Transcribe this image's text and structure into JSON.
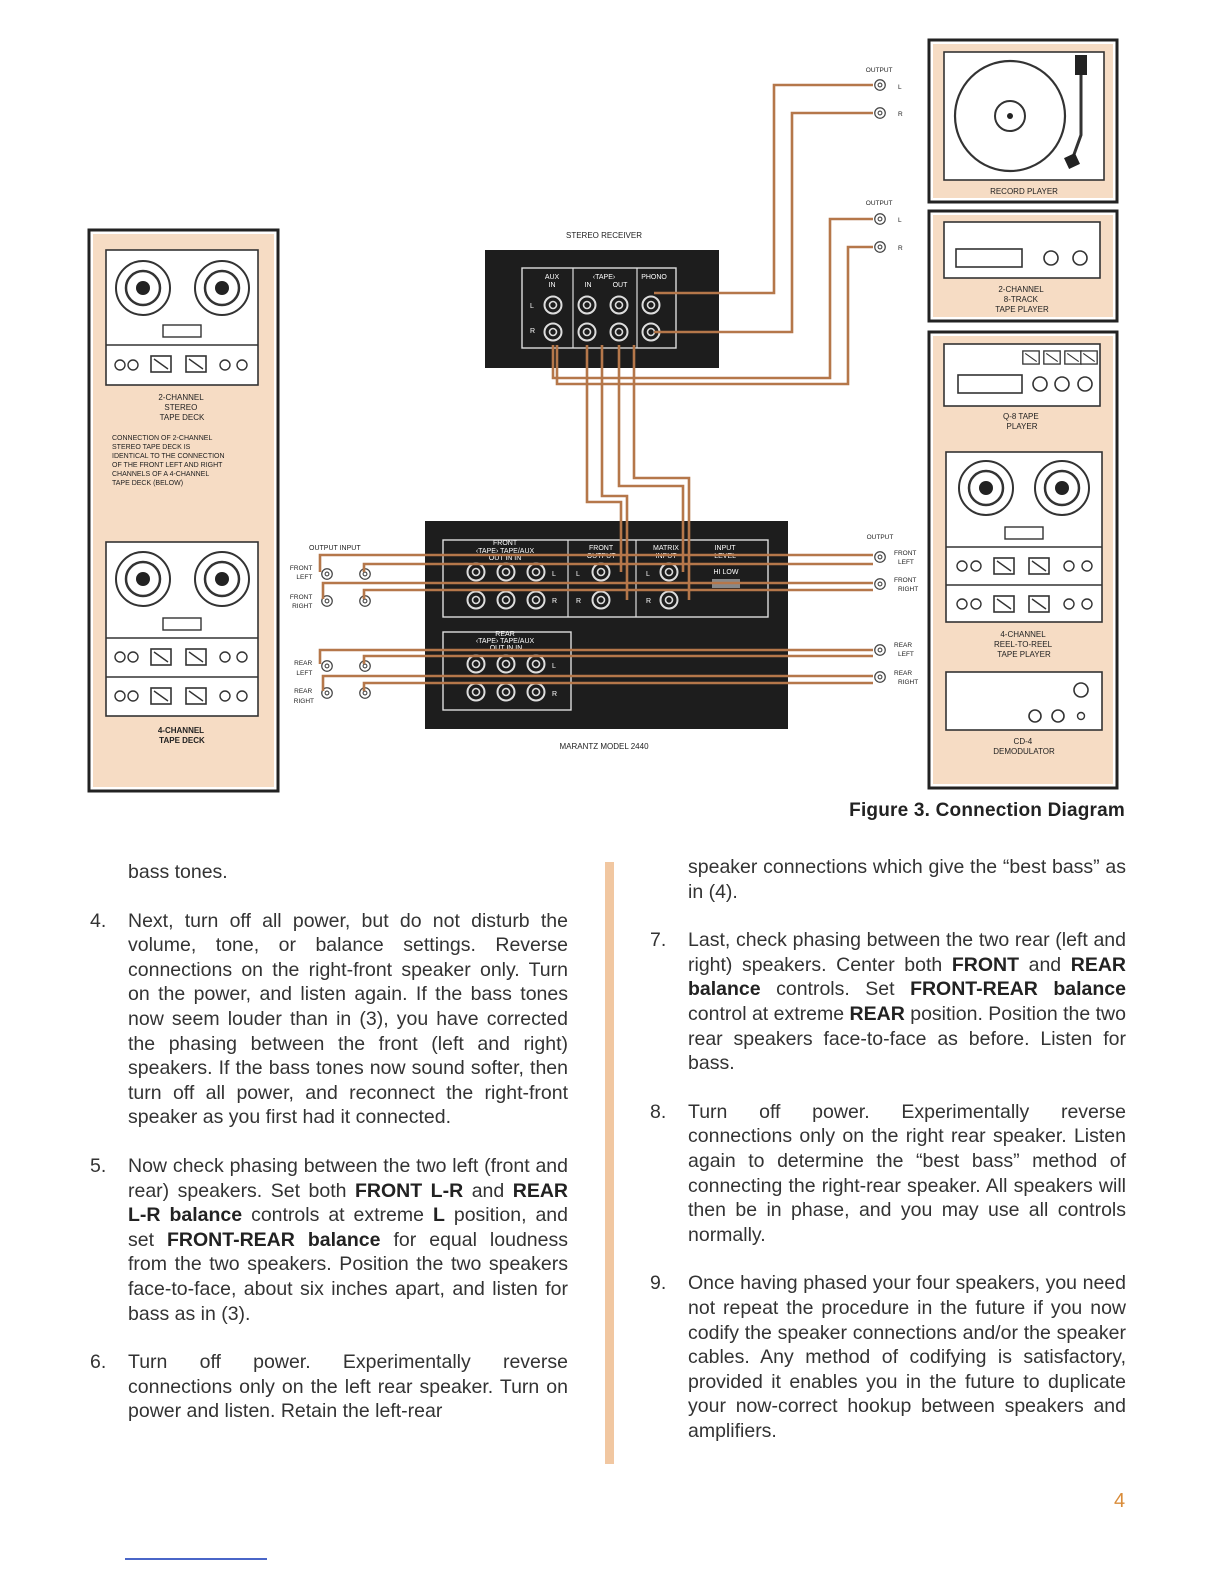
{
  "diagram": {
    "left_panel": {
      "deck1_label": [
        "2-CHANNEL",
        "STEREO",
        "TAPE DECK"
      ],
      "note": [
        "CONNECTION OF 2-CHANNEL",
        "STEREO TAPE DECK IS",
        "IDENTICAL TO THE CONNECTION",
        "OF THE FRONT LEFT AND RIGHT",
        "CHANNELS OF A 4-CHANNEL",
        "TAPE DECK (BELOW)"
      ],
      "deck2_label": [
        "4-CHANNEL",
        "TAPE DECK"
      ],
      "jack_header": "OUTPUT  INPUT",
      "jack_labels": [
        [
          "FRONT",
          "LEFT"
        ],
        [
          "FRONT",
          "RIGHT"
        ],
        [
          "REAR",
          "LEFT"
        ],
        [
          "REAR",
          "RIGHT"
        ]
      ]
    },
    "receiver": {
      "title": "STEREO RECEIVER",
      "header": [
        "AUX",
        "‹TAPE›",
        "PHONO"
      ],
      "subheader": [
        "IN",
        "IN",
        "OUT"
      ],
      "rows": [
        "L",
        "R"
      ]
    },
    "marantz": {
      "title": "MARANTZ MODEL 2440",
      "front_section": "FRONT",
      "front_tape": "‹TAPE› TAPE/AUX",
      "front_tape_sub": "OUT     IN        IN",
      "front_out": [
        "FRONT",
        "OUTPUT"
      ],
      "matrix_in": [
        "MATRIX",
        "INPUT"
      ],
      "input_level": [
        "INPUT",
        "LEVEL"
      ],
      "hi_low": "HI  LOW",
      "rear_section": "REAR",
      "rear_tape": "‹TAPE› TAPE/AUX",
      "rear_tape_sub": "OUT     IN       IN",
      "channel_l": "L",
      "channel_r": "R"
    },
    "right_panel": {
      "output": "OUTPUT",
      "l": "L",
      "r": "R",
      "record_player": "RECORD PLAYER",
      "eight_track": [
        "2-CHANNEL",
        "8-TRACK",
        "TAPE PLAYER"
      ],
      "q8": [
        "Q-8 TAPE",
        "PLAYER"
      ],
      "reel_to_reel": [
        "4-CHANNEL",
        "REEL-TO-REEL",
        "TAPE PLAYER"
      ],
      "cd4": [
        "CD-4",
        "DEMODULATOR"
      ],
      "out_labels": [
        [
          "FRONT",
          "LEFT"
        ],
        [
          "FRONT",
          "RIGHT"
        ],
        [
          "REAR",
          "LEFT"
        ],
        [
          "REAR",
          "RIGHT"
        ]
      ]
    },
    "caption": "Figure  3.  Connection Diagram"
  },
  "text": {
    "left": {
      "continuation": "bass tones.",
      "step4_num": "4.",
      "step4": "Next, turn off all power, but do not disturb the volume, tone, or balance settings. Reverse connections on the right-front speaker only. Turn on the power, and listen again. If the bass tones now seem louder than in (3), you have corrected the phasing between the front (left and right) speakers. If the bass tones now sound softer, then turn off all power, and reconnect the right-front speaker as you first had it connected.",
      "step5_num": "5.",
      "step5": {
        "t1": "Now check phasing between the two left (front and rear) speakers. Set both ",
        "b1": "FRONT L-R",
        "t2": " and ",
        "b2": "REAR L-R balance",
        "t3": " controls at extreme ",
        "b3": "L",
        "t4": " position, and set ",
        "b4": "FRONT-REAR balance",
        "t5": " for equal loudness from the two speakers. Position the two speakers face-to-face, about six inches apart, and listen for bass as in (3)."
      },
      "step6_num": "6.",
      "step6": "Turn off power. Experimentally reverse connections only on the left rear speaker. Turn on power and listen. Retain the left-rear"
    },
    "right": {
      "continuation": "speaker connections which give the “best bass” as in (4).",
      "step7_num": "7.",
      "step7": {
        "t1": "Last, check phasing between the two rear (left and right) speakers. Center both ",
        "b1": "FRONT",
        "t2": " and ",
        "b2": "REAR balance",
        "t3": " controls. Set ",
        "b3": "FRONT-REAR balance",
        "t4": " control at extreme ",
        "b4": "REAR",
        "t5": " position. Position the two rear speakers face-to-face as before. Listen for bass."
      },
      "step8_num": "8.",
      "step8": "Turn off power. Experimentally reverse connections only on the right rear speaker. Listen again to determine the “best bass” method of connecting the right-rear speaker. All speakers will then be in phase, and you may use all controls normally.",
      "step9_num": "9.",
      "step9": "Once having phased your four speakers, you need not repeat the procedure in the future if you now codify the speaker connections and/or the speaker cables. Any method of codifying is satisfactory, provided it enables you in the future to duplicate your now-correct hookup between speakers and amplifiers."
    }
  },
  "page_number": "4",
  "colors": {
    "cable": "#b5774a",
    "panel": "#f6dcc4",
    "chassis": "#1d1d1d",
    "accent": "#d98c3a"
  }
}
